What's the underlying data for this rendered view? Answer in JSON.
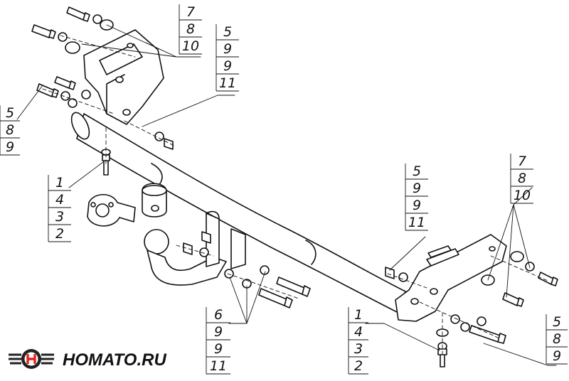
{
  "brand": {
    "name": "HOMATO.RU",
    "logo_colors": {
      "ring": "#222222",
      "accent": "#e0241b"
    }
  },
  "callouts": [
    {
      "id": "top-bracket-left",
      "numbers": [
        "7",
        "8",
        "10"
      ]
    },
    {
      "id": "top-bracket-right",
      "numbers": [
        "5",
        "9",
        "9",
        "11"
      ]
    },
    {
      "id": "left-end",
      "numbers": [
        "5",
        "8",
        "9"
      ]
    },
    {
      "id": "ball-mount-left",
      "numbers": [
        "1",
        "4",
        "3",
        "2"
      ]
    },
    {
      "id": "right-plate",
      "numbers": [
        "5",
        "9",
        "9",
        "11"
      ]
    },
    {
      "id": "right-bracket-top",
      "numbers": [
        "7",
        "8",
        "10"
      ]
    },
    {
      "id": "ball-mount-bolts",
      "numbers": [
        "6",
        "9",
        "9",
        "11"
      ]
    },
    {
      "id": "bottom-center",
      "numbers": [
        "1",
        "4",
        "3",
        "2"
      ]
    },
    {
      "id": "right-end",
      "numbers": [
        "5",
        "8",
        "9"
      ]
    }
  ],
  "colors": {
    "line": "#111111",
    "fill": "#ffffff"
  }
}
